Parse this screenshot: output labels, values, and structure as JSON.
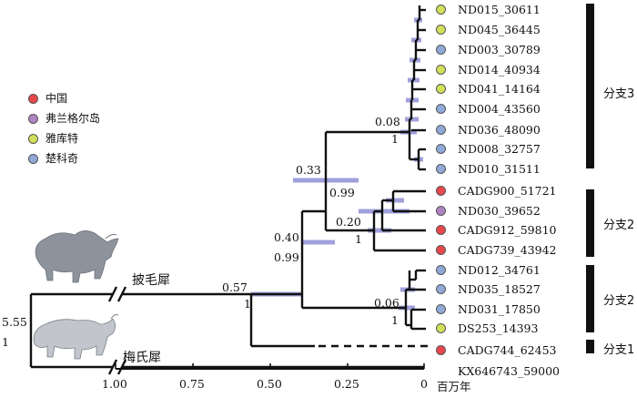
{
  "legend": [
    {
      "label": "中国",
      "color": "#e8474d"
    },
    {
      "label": "弗兰格尔岛",
      "color": "#b084c2"
    },
    {
      "label": "雅库特",
      "color": "#d2e05a"
    },
    {
      "label": "楚科奇",
      "color": "#8fa9d8"
    }
  ],
  "tips": [
    {
      "label": "ND015_30611",
      "color": "#d2e05a"
    },
    {
      "label": "ND045_36445",
      "color": "#d2e05a"
    },
    {
      "label": "ND003_30789",
      "color": "#8fa9d8"
    },
    {
      "label": "ND014_40934",
      "color": "#d2e05a"
    },
    {
      "label": "ND041_14164",
      "color": "#d2e05a"
    },
    {
      "label": "ND004_43560",
      "color": "#8fa9d8"
    },
    {
      "label": "ND036_48090",
      "color": "#8fa9d8"
    },
    {
      "label": "ND008_32757",
      "color": "#8fa9d8"
    },
    {
      "label": "ND010_31511",
      "color": "#8fa9d8"
    },
    {
      "label": "CADG900_51721",
      "color": "#e8474d"
    },
    {
      "label": "ND030_39652",
      "color": "#b084c2"
    },
    {
      "label": "CADG912_59810",
      "color": "#e8474d"
    },
    {
      "label": "CADG739_43942",
      "color": "#e8474d"
    },
    {
      "label": "ND012_34761",
      "color": "#8fa9d8"
    },
    {
      "label": "ND035_18527",
      "color": "#8fa9d8"
    },
    {
      "label": "ND031_17850",
      "color": "#8fa9d8"
    },
    {
      "label": "DS253_14393",
      "color": "#d2e05a"
    },
    {
      "label": "CADG744_62453",
      "color": "#e8474d"
    },
    {
      "label": "KX646743_59000",
      "color": ""
    }
  ],
  "node_labels": {
    "root_age": "5.55",
    "root_support": "1",
    "n057_age": "0.57",
    "n057_support": "1",
    "n040_age": "0.40",
    "n040_support": "0.99",
    "n033_age": "0.33",
    "n033_support": "0.99",
    "n008_age": "0.08",
    "n008_support": "1",
    "n020_age": "0.20",
    "n020_support": "1",
    "n006_age": "0.06",
    "n006_support": "1"
  },
  "clades": [
    {
      "label": "分支3"
    },
    {
      "label": "分支2"
    },
    {
      "label": "分支2"
    },
    {
      "label": "分支1"
    }
  ],
  "species": {
    "woolly": "披毛犀",
    "sumatran": "梅氏犀"
  },
  "axis": {
    "ticks": [
      "1.00",
      "0.75",
      "0.50",
      "0.25",
      "0"
    ],
    "unit": "百万年"
  },
  "colors": {
    "branch": "#111111",
    "hpd_bar": "#8f8fd6",
    "axis": "#111111"
  }
}
